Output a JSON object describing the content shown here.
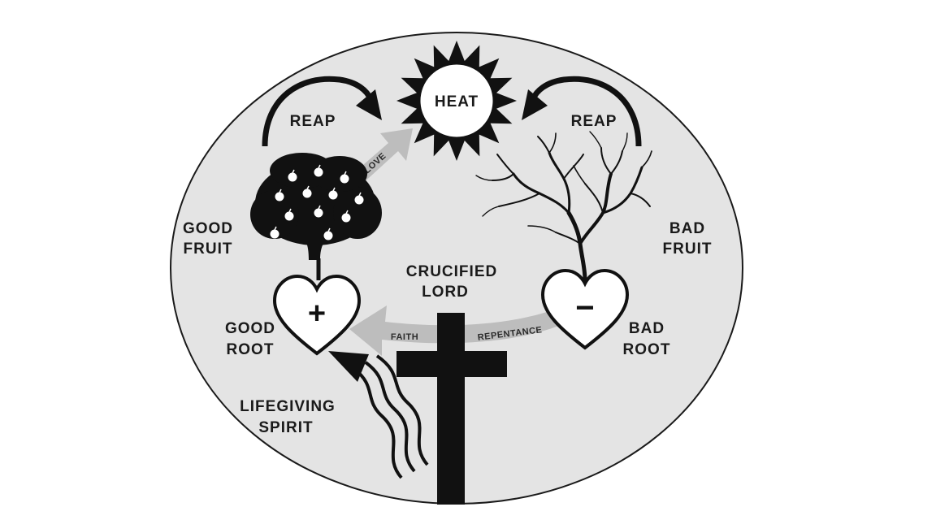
{
  "labels": {
    "heat": "HEAT",
    "reap_left": "REAP",
    "reap_right": "REAP",
    "love": "LOVE",
    "good_fruit_1": "GOOD",
    "good_fruit_2": "FRUIT",
    "bad_fruit_1": "BAD",
    "bad_fruit_2": "FRUIT",
    "crucified_1": "CRUCIFIED",
    "crucified_2": "LORD",
    "good_root_1": "GOOD",
    "good_root_2": "ROOT",
    "bad_root_1": "BAD",
    "bad_root_2": "ROOT",
    "faith": "FAITH",
    "repentance": "REPENTANCE",
    "spirit_1": "LIFEGIVING",
    "spirit_2": "SPIRIT"
  },
  "symbols": {
    "plus": "+",
    "minus": "−"
  },
  "colors": {
    "background_ellipse": "#e4e4e4",
    "ink": "#111111",
    "arrow_gray": "#bdbdbd"
  }
}
